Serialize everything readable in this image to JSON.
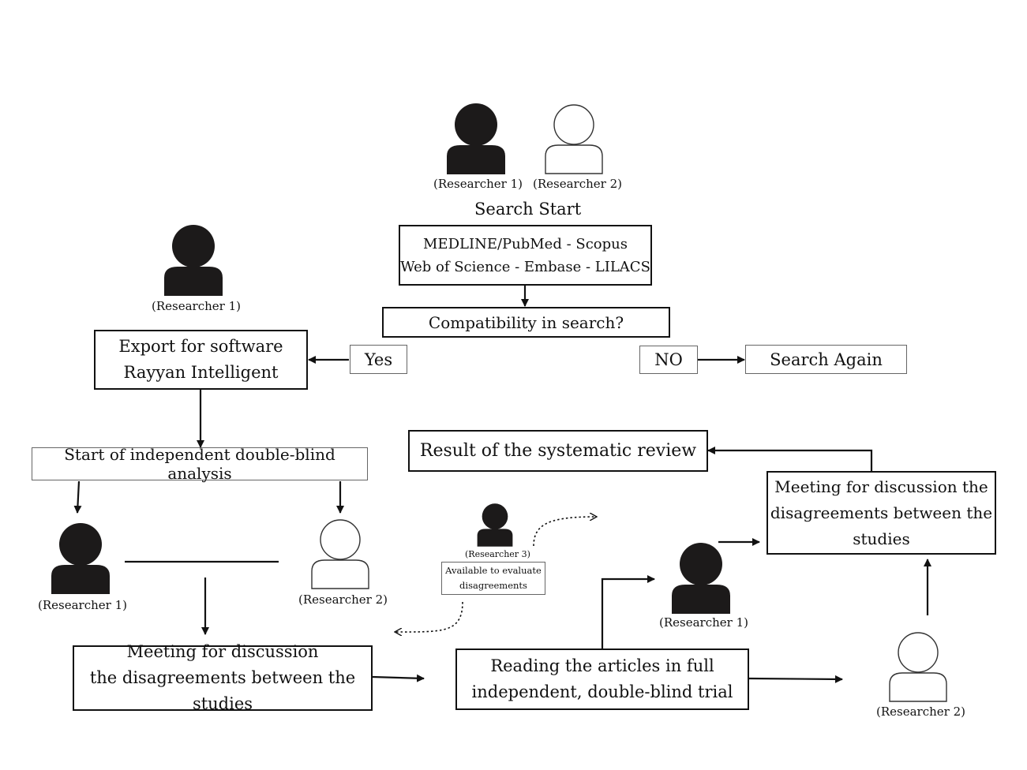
{
  "researchers": {
    "r1": "(Researcher 1)",
    "r2": "(Researcher 2)",
    "r3": "(Researcher 3)"
  },
  "search_start": "Search Start",
  "databases": {
    "line1": "MEDLINE/PubMed - Scopus",
    "line2": "Web of Science - Embase - LILACS"
  },
  "compatibility": "Compatibility in search?",
  "yes": "Yes",
  "no": "NO",
  "search_again": "Search Again",
  "export": {
    "line1": "Export for software",
    "line2": "Rayyan Intelligent"
  },
  "start_analysis": "Start of independent double-blind analysis",
  "result": "Result of the systematic review",
  "meeting_right": {
    "line1": "Meeting for discussion the",
    "line2": "disagreements between the",
    "line3": "studies"
  },
  "available": {
    "line1": "Available to evaluate",
    "line2": "disagreements"
  },
  "meeting_bottom": {
    "line1": "Meeting for discussion",
    "line2": "the disagreements between the studies"
  },
  "reading": {
    "line1": "Reading the articles in full",
    "line2": "independent, double-blind trial"
  },
  "colors": {
    "ink": "#111111",
    "filled": "#1c1a1a",
    "outline": "#333333"
  }
}
